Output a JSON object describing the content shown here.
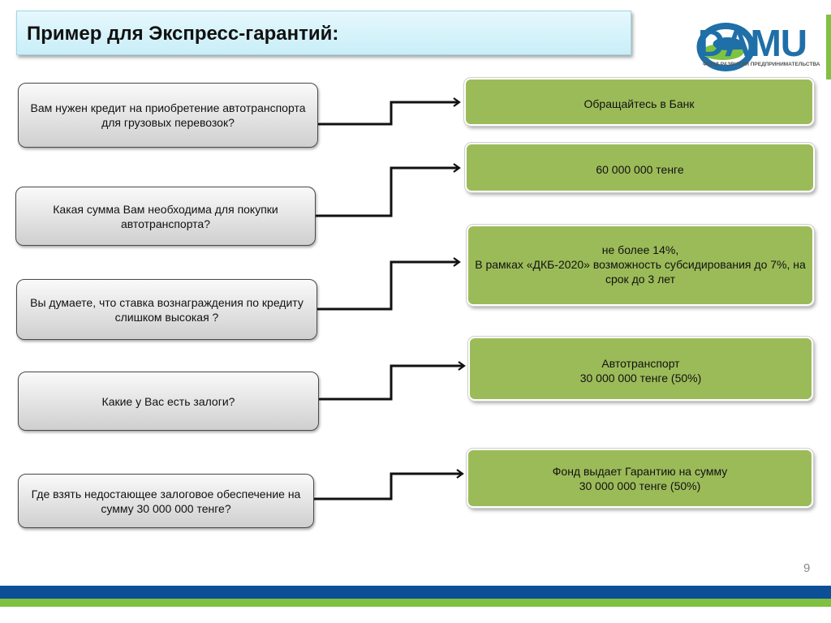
{
  "header": {
    "title": "Пример для Экспресс-гарантий:"
  },
  "logo": {
    "name": "DAMU",
    "subtitle": "ФОНД РАЗВИТИЯ ПРЕДПРИНИМАТЕЛЬСТВА"
  },
  "questions": [
    "Вам нужен кредит на приобретение автотранспорта для грузовых перевозок?",
    "Какая сумма Вам необходима для покупки автотранспорта?",
    "Вы думаете, что ставка вознаграждения по кредиту слишком высокая ?",
    "Какие  у Вас есть залоги?",
    "Где взять недостающее залоговое обеспечение на сумму 30 000 000 тенге?"
  ],
  "answers": [
    "Обращайтесь в Банк",
    "60 000 000 тенге",
    "не более 14%,\nВ рамках «ДКБ-2020» возможность субсидирования до 7%, на срок до 3 лет",
    "Автотранспорт\n30 000 000 тенге (50%)",
    "Фонд выдает Гарантию на сумму\n30 000 000 тенге (50%)"
  ],
  "footer": {
    "page_number": "9"
  },
  "colors": {
    "answer_fill": "#9bbb59",
    "band_blue": "#0c4f96",
    "band_green": "#7fc241"
  }
}
